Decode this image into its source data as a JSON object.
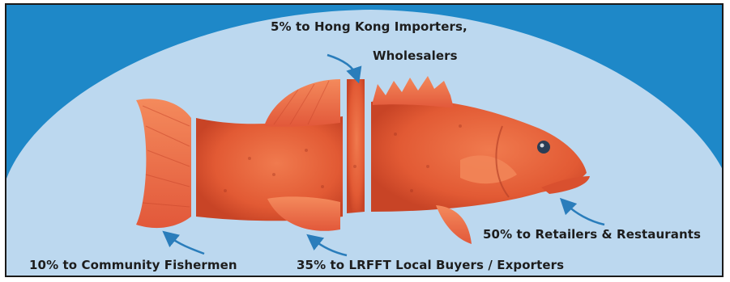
{
  "labels": {
    "importers_line1": "5% to Hong Kong Importers,",
    "importers_line2": "Wholesalers",
    "retailers": "50% to Retailers & Restaurants",
    "fishermen": "10% to Community Fishermen",
    "buyers": "35% to LRFFT Local Buyers / Exporters"
  },
  "share_percent": {
    "community_fishermen": 10,
    "local_buyers_exporters": 35,
    "hong_kong_importers_wholesalers": 5,
    "retailers_restaurants": 50
  },
  "colors": {
    "dark_blue": "#1e88c8",
    "light_blue": "#b9d6ee",
    "fish_body": "#e8623a",
    "fish_fin": "#f0744a",
    "arrow": "#2a7dbb",
    "text": "#1d1d1d"
  },
  "icons": [
    "fish-illustration",
    "curved-arrow-icon"
  ]
}
